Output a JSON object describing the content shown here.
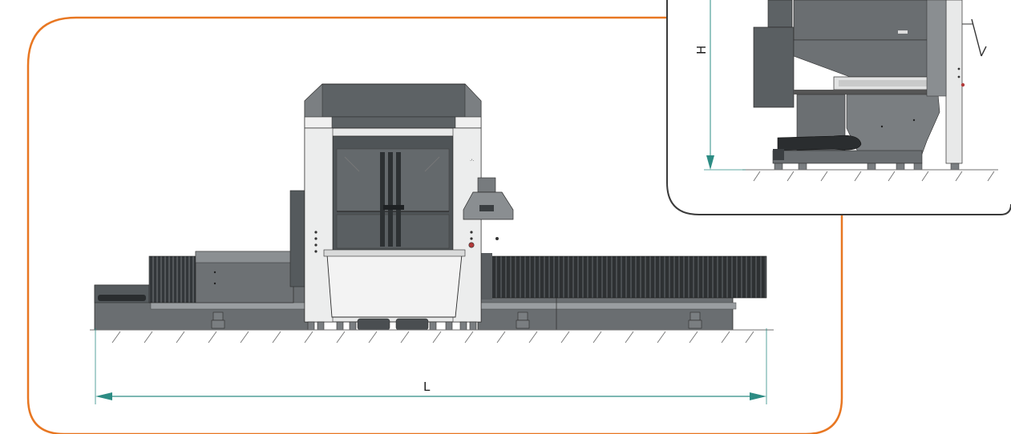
{
  "colors": {
    "frame_main": "#e87722",
    "frame_inset": "#3a3a3a",
    "dimension_line": "#2d8c84",
    "machine_dark": "#5f6366",
    "machine_mid": "#8a8e91",
    "machine_light": "#e9eaea",
    "ground_hatch": "#6f6f6f"
  },
  "dimensions": {
    "length_label": "L",
    "height_label": "H"
  },
  "views": {
    "front": "front-elevation-view",
    "side": "side-elevation-inset"
  }
}
